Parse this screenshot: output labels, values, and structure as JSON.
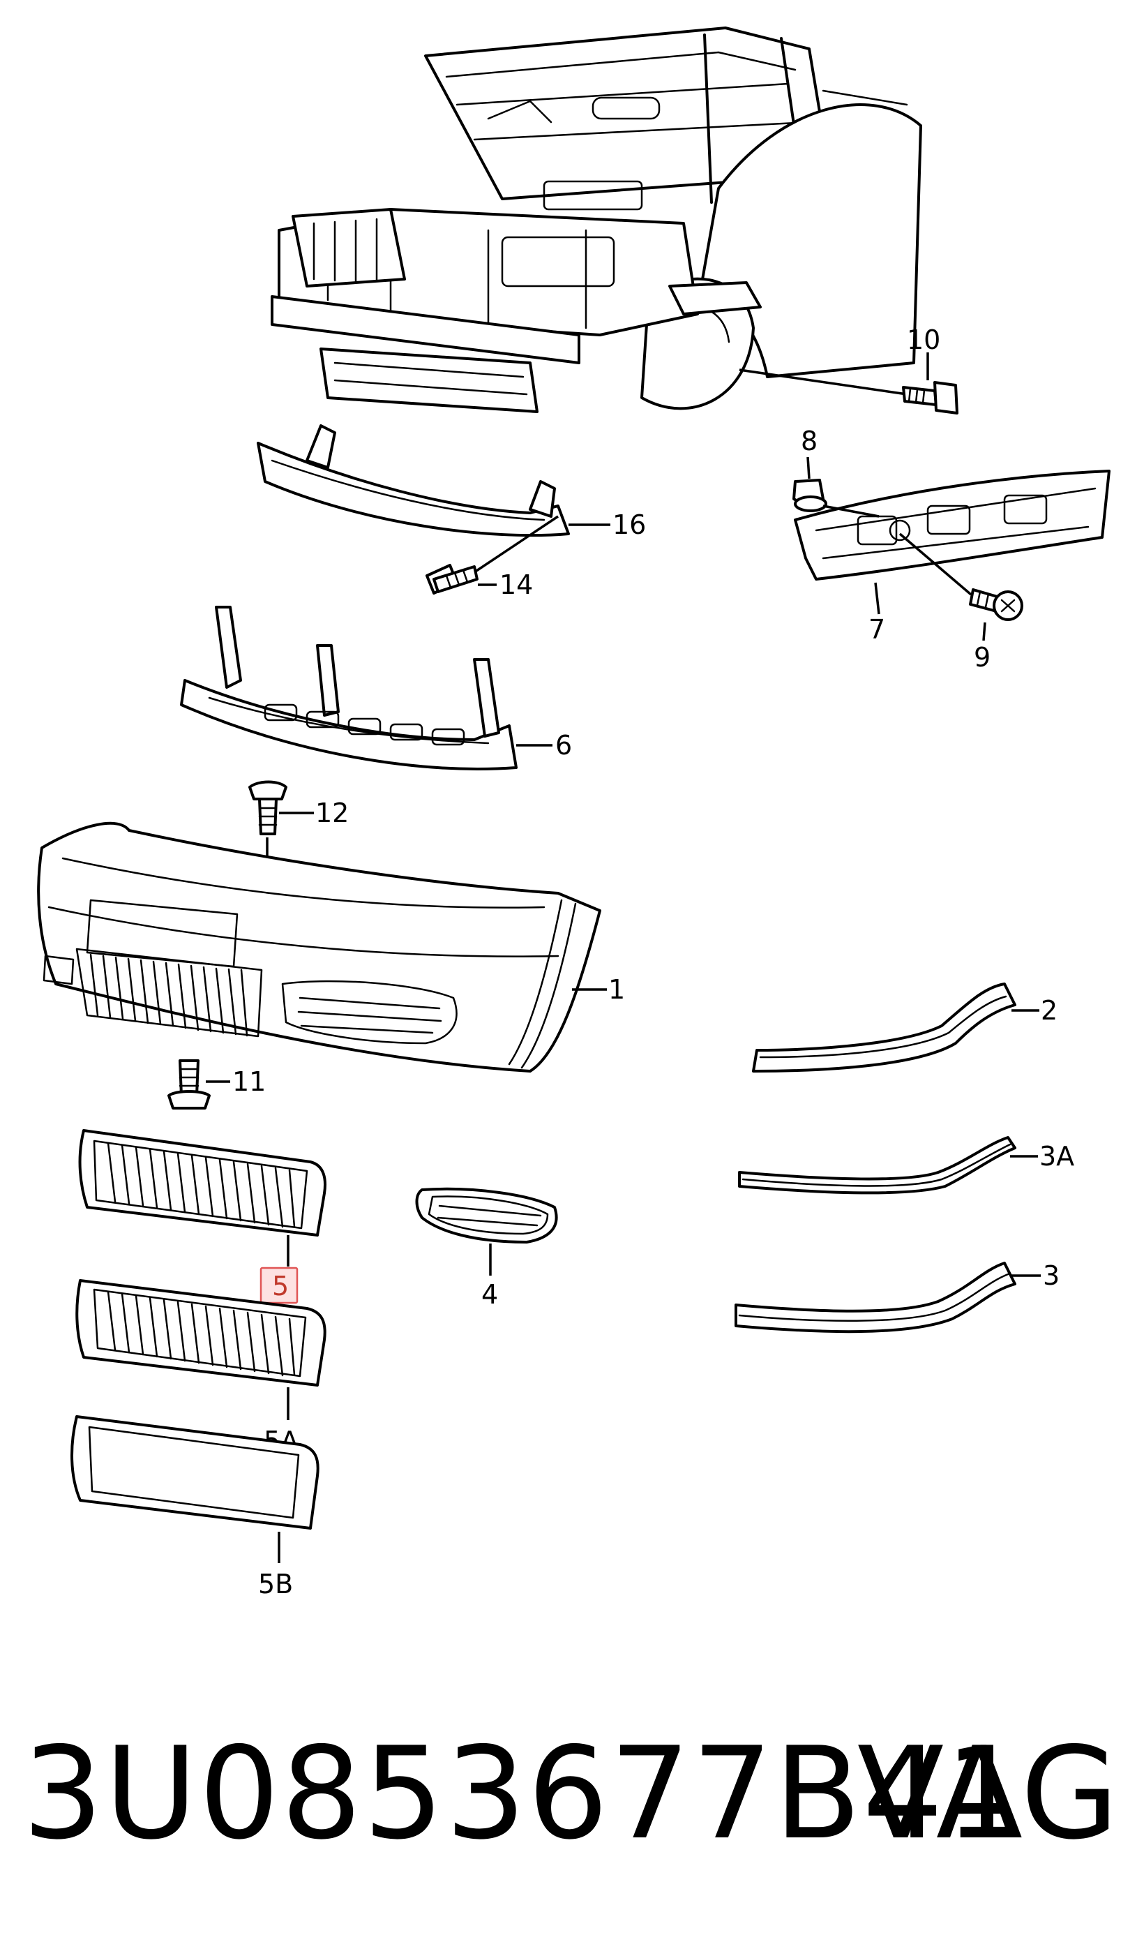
{
  "callouts": {
    "c1": "1",
    "c2": "2",
    "c3": "3",
    "c3a": "3A",
    "c4": "4",
    "c5": "5",
    "c5a": "5A",
    "c5b": "5B",
    "c6": "6",
    "c7": "7",
    "c8": "8",
    "c9": "9",
    "c10": "10",
    "c11": "11",
    "c12": "12",
    "c14": "14",
    "c16": "16"
  },
  "highlighted_callout": "5",
  "highlight_color": "#e05555",
  "footer": {
    "part_number": "3U0853677B41",
    "brand": "VAG"
  }
}
